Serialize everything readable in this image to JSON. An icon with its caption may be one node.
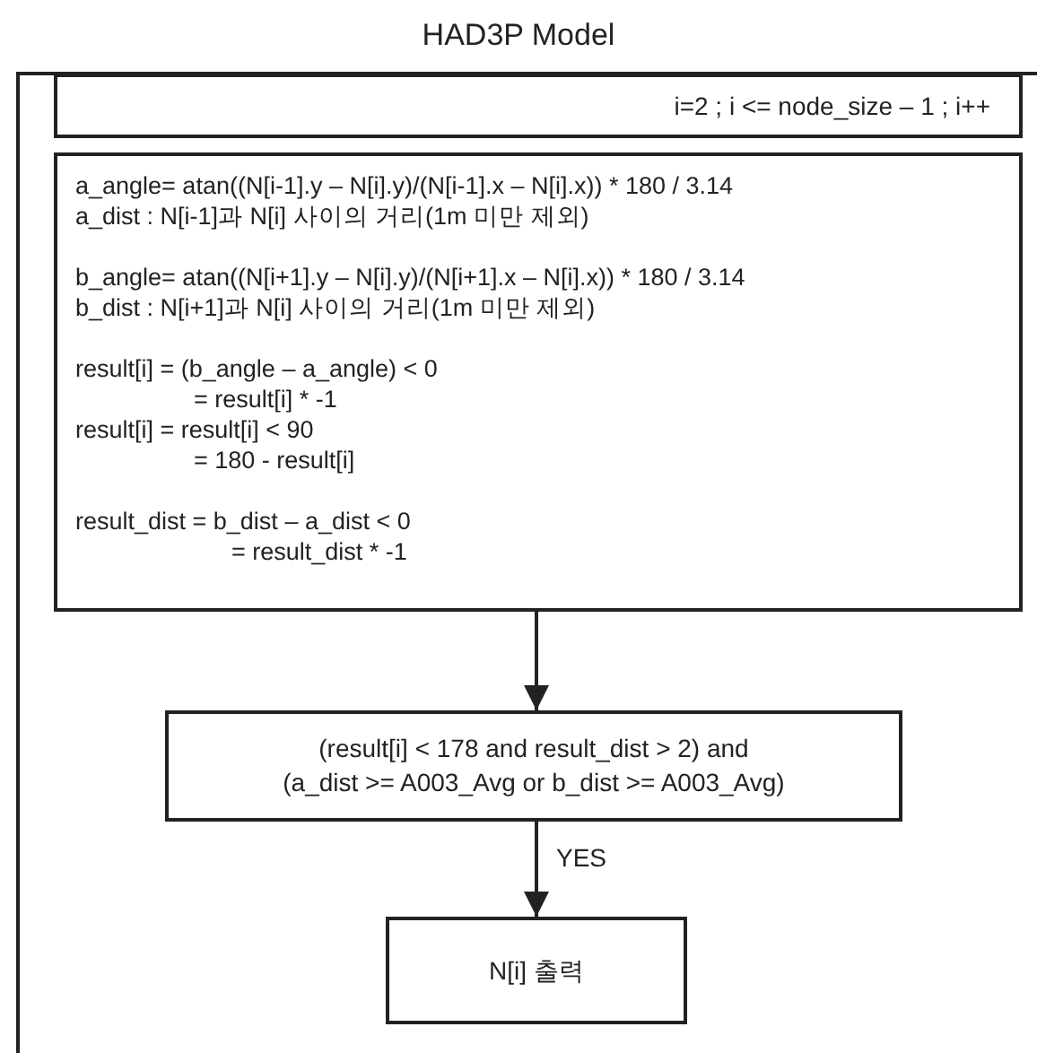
{
  "diagram": {
    "title": "HAD3P Model",
    "nodes": [
      {
        "text": [
          "i=2 ; i <= node_size – 1 ; i++"
        ]
      },
      {
        "text": [
          "a_angle= atan((N[i-1].y – N[i].y)/(N[i-1].x – N[i].x)) * 180 / 3.14",
          "a_dist : N[i-1]과 N[i] 사이의 거리(1m 미만 제외)",
          "b_angle= atan((N[i+1].y – N[i].y)/(N[i+1].x – N[i].x)) * 180 / 3.14",
          "b_dist : N[i+1]과 N[i] 사이의 거리(1m 미만 제외)",
          "result[i] = (b_angle – a_angle) < 0",
          "= result[i] * -1",
          "result[i] = result[i] < 90",
          "= 180 - result[i]",
          "result_dist = b_dist – a_dist < 0",
          "= result_dist * -1"
        ]
      },
      {
        "text": [
          "(result[i] < 178 and result_dist > 2) and",
          "(a_dist >= A003_Avg or b_dist >= A003_Avg)"
        ]
      },
      {
        "text": [
          "N[i] 출력"
        ]
      }
    ],
    "edges": [
      {
        "from": 1,
        "to": 2,
        "arrow": "to"
      },
      {
        "from": 2,
        "to": 3,
        "arrow": "to",
        "label": "YES"
      }
    ]
  }
}
